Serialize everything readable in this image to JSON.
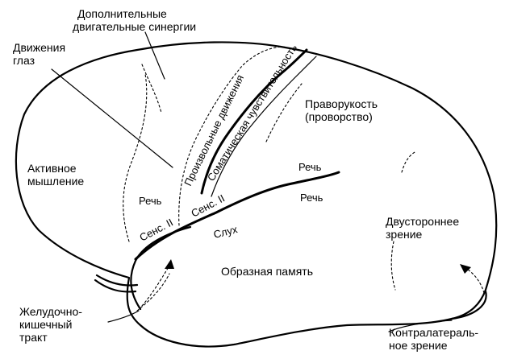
{
  "diagram": {
    "colors": {
      "ink": "#000000",
      "background": "#ffffff"
    },
    "labels": {
      "supplementary_motor_line1": "Дополнительные",
      "supplementary_motor_line2": "двигательные синергии",
      "eye_movements_line1": "Движения",
      "eye_movements_line2": "глаз",
      "voluntary_movements": "Произвольные движения",
      "somatic_sensitivity": "Соматическая чувствительность",
      "dexterity_line1": "Праворукость",
      "dexterity_line2": "(проворство)",
      "active_thinking_line1": "Активное",
      "active_thinking_line2": "мышление",
      "speech_frontal": "Речь",
      "speech_parietal": "Речь",
      "speech_temporal": "Речь",
      "sens_ii_lower": "Сенс. II",
      "sens_ii_upper": "Сенс. II",
      "hearing": "Слух",
      "bilateral_vision_line1": "Двустороннее",
      "bilateral_vision_line2": "зрение",
      "visual_memory": "Образная память",
      "gi_tract_line1": "Желудочно-",
      "gi_tract_line2": "кишечный",
      "gi_tract_line3": "тракт",
      "contralateral_vision_line1": "Контралатераль-",
      "contralateral_vision_line2": "ное зрение"
    }
  }
}
